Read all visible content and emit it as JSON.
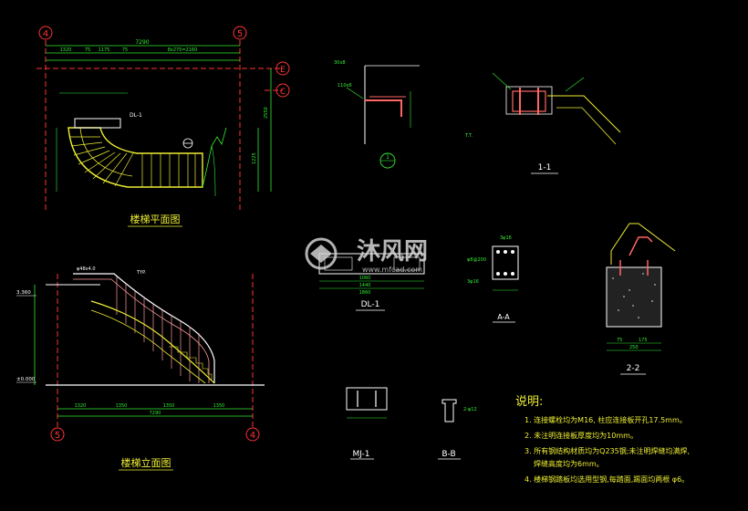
{
  "grid_tags": {
    "top_left": "4",
    "top_right": "5",
    "right_top": "E",
    "right_bottom": "C",
    "bottom_left": "5",
    "bottom_right": "4"
  },
  "plan": {
    "title": "楼梯平面图",
    "overall_dim": "7290",
    "dims_top": [
      "1320",
      "75",
      "1175",
      "75",
      "8x270=2160"
    ],
    "dims_side": [
      "2550",
      "1225"
    ],
    "label_dl1": "DL-1"
  },
  "elevation": {
    "title": "楼梯立面图",
    "overall_dim": "7290",
    "dims_bottom": [
      "1320",
      "1350",
      "1350",
      "1350"
    ],
    "levels": [
      "3.360",
      "±0.000"
    ],
    "railing_note": "φ48x4.0",
    "typ": "TYP."
  },
  "details": {
    "center_marker": "1",
    "section_1_1": "1-1",
    "dl1_title": "DL-1",
    "aa_title": "A-A",
    "aa_notes": [
      "3φ16",
      "φ8@200",
      "3φ16"
    ],
    "section_2_2": "2-2",
    "mj1_title": "MJ-1",
    "bb_title": "B-B",
    "bb_note": "2-φ12",
    "dl1_dims": [
      "1060",
      "1440",
      "1860"
    ],
    "two_two_dims": [
      "75",
      "175",
      "250"
    ]
  },
  "notes": {
    "title": "说明:",
    "items": [
      "1. 连接螺栓均为M16, 柱应连接板开孔17.5mm。",
      "2. 未注明连接板厚度均为10mm。",
      "3. 所有钢结构材质均为Q235钢;未注明焊缝均满焊,",
      "焊缝高度均为6mm。",
      "4. 楼梯钢踏板均选用型钢,每踏面,踢面均两根 φ6。"
    ]
  },
  "watermark": {
    "brand": "沐风网",
    "url": "www.mfcad.com"
  },
  "colors": {
    "background": "#000000",
    "frame": "#ffffff",
    "dimension": "#33ee33",
    "stair": "#eeee33",
    "grid_tag": "#ff3333",
    "steel": "#ff6666",
    "hatch": "#cccccc"
  }
}
